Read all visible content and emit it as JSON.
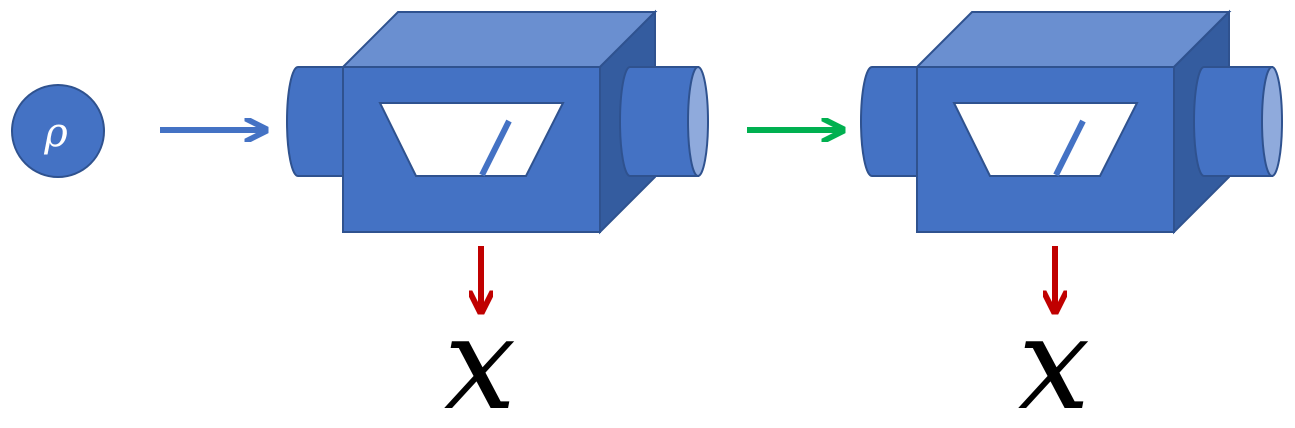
{
  "input_state": {
    "label": "ρ"
  },
  "devices": [
    {
      "output_label": "x"
    },
    {
      "output_label": "x"
    }
  ],
  "colors": {
    "device_front": "#4472C4",
    "device_top": "#6A8FD0",
    "device_side": "#345C9F",
    "device_stroke": "#2F528F",
    "port_face": "#8FAADC",
    "input_arrow": "#4472C4",
    "link_arrow": "#00B050",
    "output_arrow": "#C00000",
    "window": "#FFFFFF"
  }
}
